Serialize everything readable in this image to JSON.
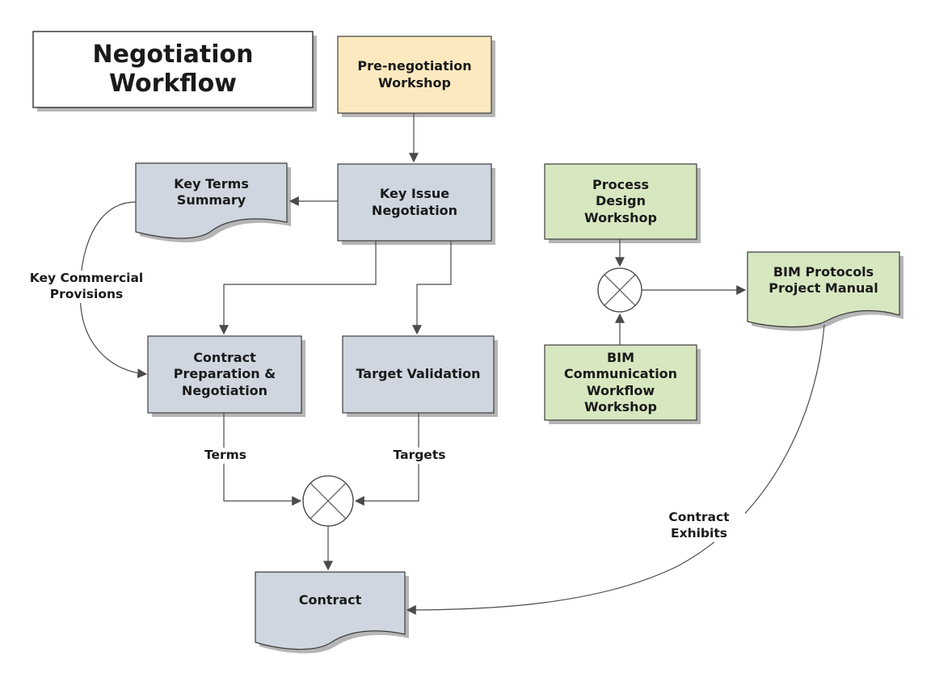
{
  "title": {
    "line1": "Negotiation",
    "line2": "Workflow"
  },
  "colors": {
    "gray_fill": "#cfd6e0",
    "yellow_fill": "#fde9bf",
    "green_fill": "#d7e7c0",
    "stroke": "#3d3d3d",
    "shadow": "#b5b5b5"
  },
  "nodes": {
    "pre_negotiation": "Pre-negotiation\nWorkshop",
    "key_issue": "Key Issue\nNegotiation",
    "key_terms": "Key Terms\nSummary",
    "contract_prep": "Contract\nPreparation &\nNegotiation",
    "target_validation": "Target Validation",
    "contract": "Contract",
    "process_design": "Process\nDesign\nWorkshop",
    "bim_comm": "BIM\nCommunication\nWorkflow\nWorkshop",
    "bim_protocols": "BIM Protocols\nProject Manual"
  },
  "edge_labels": {
    "key_commercial": "Key Commercial\nProvisions",
    "terms": "Terms",
    "targets": "Targets",
    "contract_exhibits": "Contract\nExhibits"
  }
}
